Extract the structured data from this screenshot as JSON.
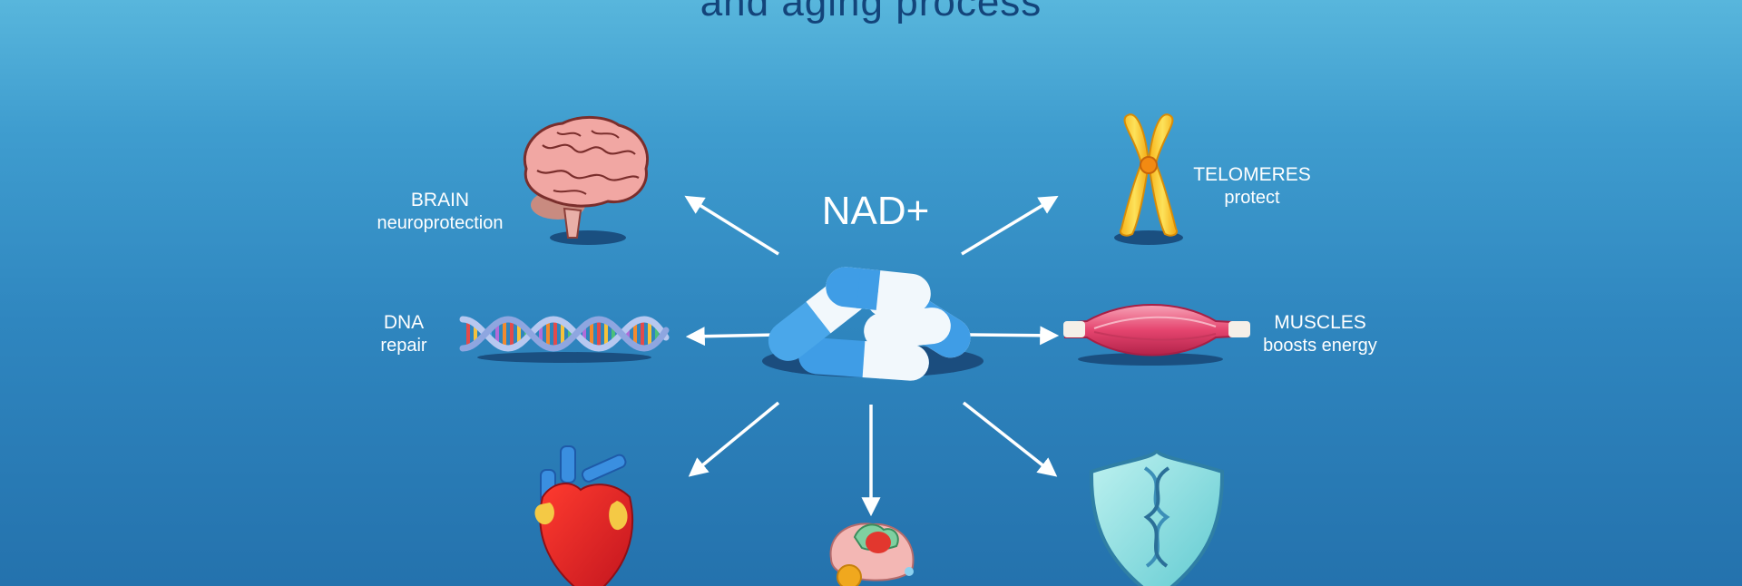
{
  "title": "and aging process",
  "center": {
    "label": "NAD+"
  },
  "nodes": {
    "brain": {
      "title": "BRAIN",
      "subtitle": "neuroprotection",
      "icon": "brain-icon"
    },
    "dna": {
      "title": "DNA",
      "subtitle": "repair",
      "icon": "dna-helix-icon"
    },
    "telomeres": {
      "title": "TELOMERES",
      "subtitle": "protect",
      "icon": "chromosome-icon"
    },
    "muscles": {
      "title": "MUSCLES",
      "subtitle": "boosts energy",
      "icon": "muscle-icon"
    },
    "heart": {
      "icon": "heart-icon"
    },
    "cell": {
      "icon": "cell-icon"
    },
    "shield": {
      "icon": "dna-shield-icon"
    }
  },
  "colors": {
    "background_top": "#58b6dc",
    "background_bottom": "#2472ad",
    "title": "#13447a",
    "label": "#ffffff",
    "arrow": "#ffffff",
    "pill_blue": "#3f9de6",
    "pill_white": "#f2f8fc"
  }
}
